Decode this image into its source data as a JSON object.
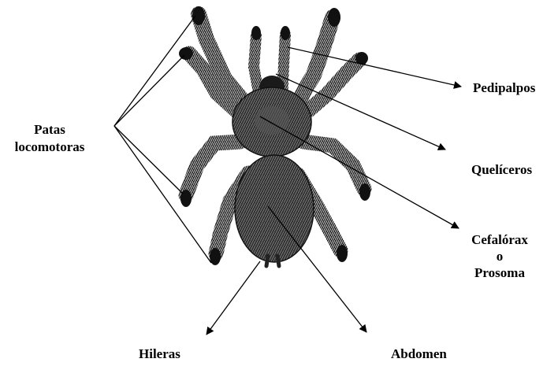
{
  "labels": {
    "patas_line1": "Patas",
    "patas_line2": "locomotoras",
    "pedipalpos": "Pedipalpos",
    "queliceros": "Quelíceros",
    "cefalorax_line1": "Cefalórax",
    "cefalorax_line2": "o",
    "cefalorax_line3": "Prosoma",
    "hileras": "Hileras",
    "abdomen": "Abdomen"
  },
  "colors": {
    "ink": "#000000",
    "background": "#ffffff",
    "body_dark": "#2a2a2a",
    "hair_light": "#e8e8e8"
  }
}
